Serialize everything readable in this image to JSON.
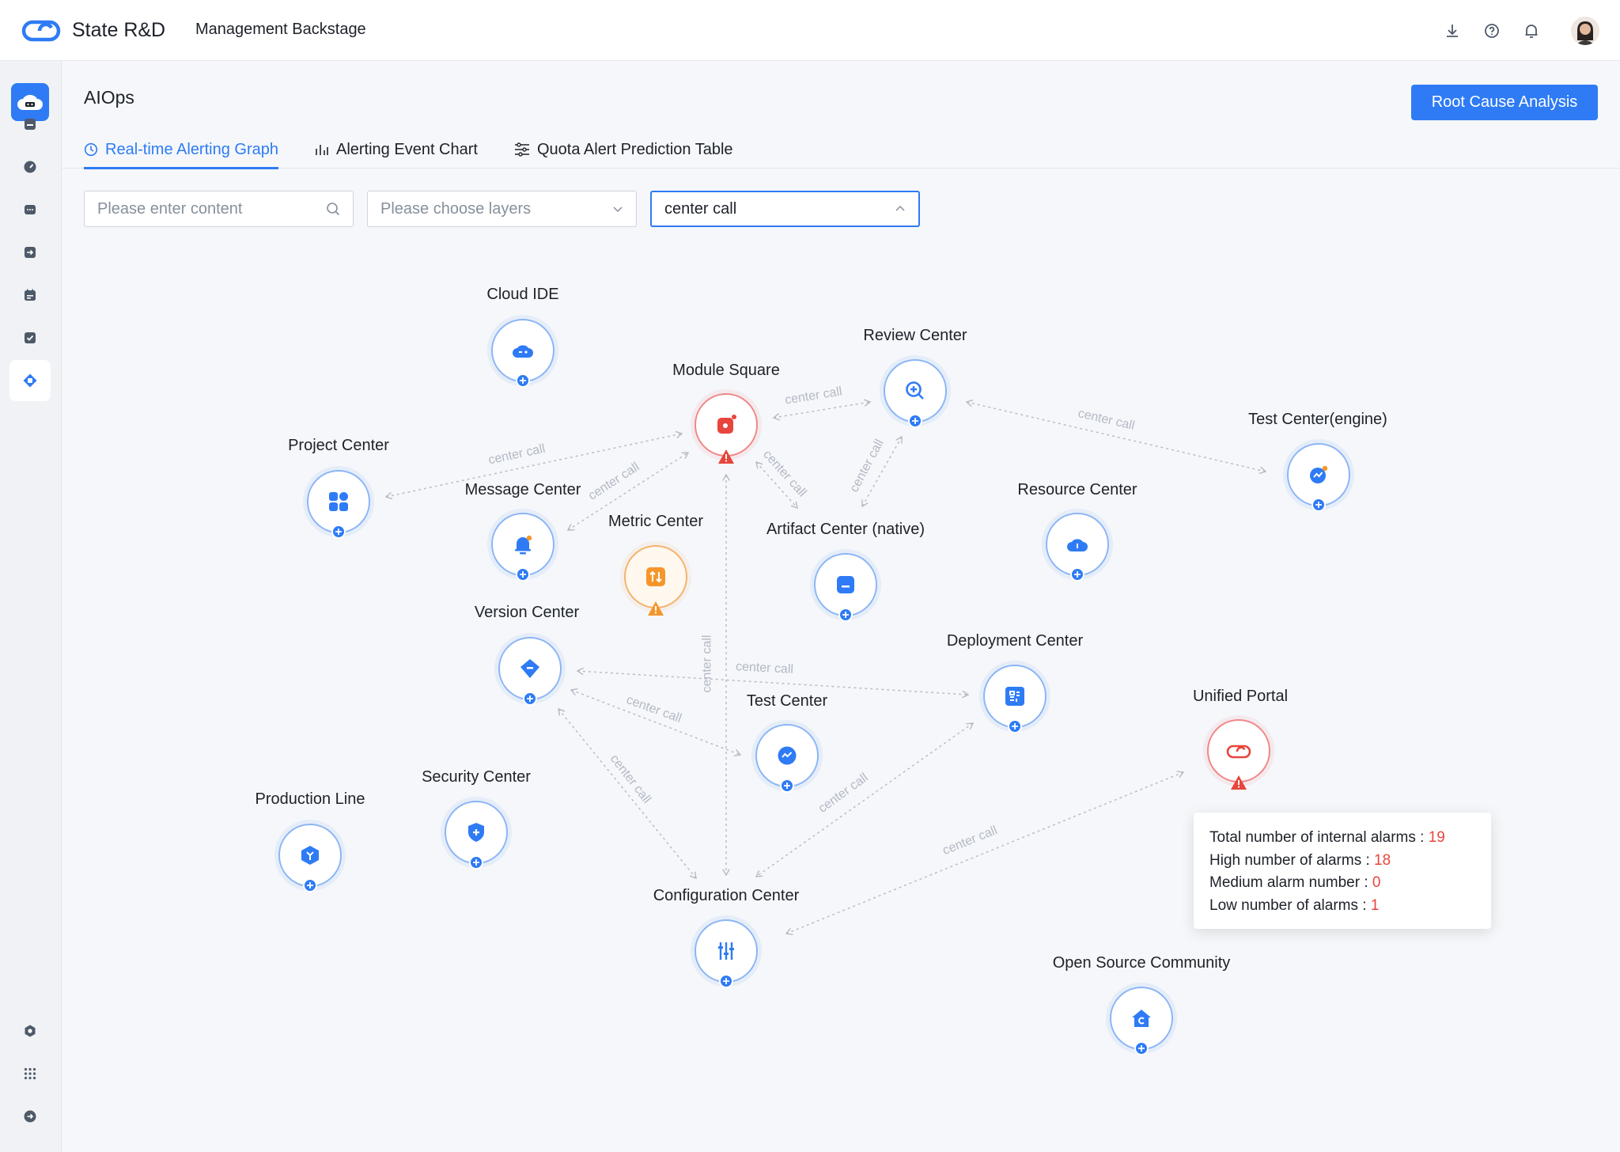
{
  "header": {
    "brand": "State R&D",
    "subtitle": "Management Backstage",
    "icons": [
      "download-icon",
      "help-icon",
      "bell-icon",
      "user-avatar"
    ]
  },
  "sidebar": {
    "items": [
      "dashboard-icon",
      "speed-icon",
      "message-icon",
      "export-icon",
      "calendar-icon",
      "checklist-icon",
      "aiops-icon",
      "settings-icon",
      "apps-icon",
      "logout-icon"
    ],
    "active_index": 6
  },
  "page": {
    "title": "AIOps",
    "action_button": "Root Cause Analysis",
    "tabs": [
      {
        "label": "Real-time Alerting Graph",
        "icon": "clock-icon"
      },
      {
        "label": "Alerting Event Chart",
        "icon": "bar-chart-icon"
      },
      {
        "label": "Quota Alert Prediction Table",
        "icon": "sliders-icon"
      }
    ],
    "active_tab": 0
  },
  "filters": {
    "search_placeholder": "Please enter content",
    "layers_placeholder": "Please choose layers",
    "relation_value": "center call"
  },
  "graph": {
    "edge_label": "center call",
    "nodes": {
      "cloud_ide": "Cloud IDE",
      "review_center": "Review Center",
      "module_square": "Module Square",
      "test_center_engine": "Test Center(engine)",
      "project_center": "Project Center",
      "message_center": "Message Center",
      "metric_center": "Metric Center",
      "artifact_center": "Artifact Center (native)",
      "resource_center": "Resource Center",
      "version_center": "Version Center",
      "deployment_center": "Deployment Center",
      "test_center": "Test Center",
      "unified_portal": "Unified Portal",
      "production_line": "Production Line",
      "security_center": "Security Center",
      "configuration_center": "Configuration Center",
      "open_source_community": "Open Source Community"
    },
    "status": {
      "module_square": "high",
      "metric_center": "medium",
      "unified_portal": "high"
    }
  },
  "tooltip": {
    "total_label": "Total number of internal alarms : ",
    "total_value": "19",
    "high_label": "High number of alarms : ",
    "high_value": "18",
    "medium_label": "Medium alarm number : ",
    "medium_value": "0",
    "low_label": "Low number of alarms : ",
    "low_value": "1"
  },
  "colors": {
    "accent": "#2e7bf5",
    "alarm_high": "#e8453c",
    "alarm_medium": "#f5962b"
  }
}
